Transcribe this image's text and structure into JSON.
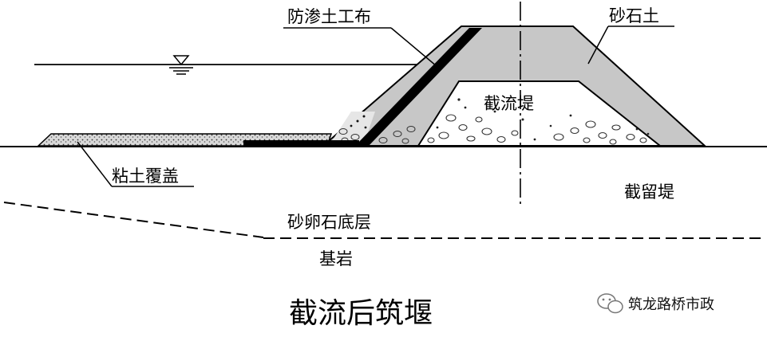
{
  "labels": {
    "geotextile": "防渗土工布",
    "gravel_soil": "砂石土",
    "cutoff_dike": "截流堤",
    "clay_cover": "粘土覆盖",
    "retaining_dike": "截留堤",
    "sand_gravel_layer": "砂卵石底层",
    "bedrock": "基岩"
  },
  "title": "截流后筑堰",
  "watermark": "筑龙路桥市政",
  "icons": {
    "water_level": "water-level-icon",
    "watermark_logo": "wechat-logo-icon"
  }
}
